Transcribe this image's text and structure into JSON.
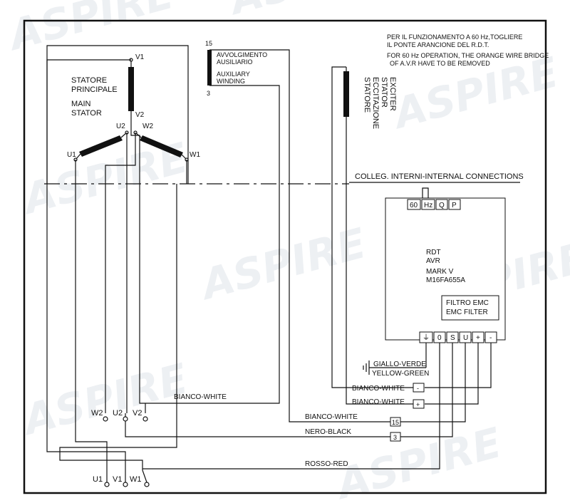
{
  "watermark": "ASPIRE",
  "note": {
    "it_line1": "PER IL FUNZIONAMENTO A 60 Hz,TOGLIERE",
    "it_line2": "IL PONTE ARANCIONE  DEL R.D.T.",
    "en_line1": "FOR 60 Hz OPERATION, THE ORANGE WIRE BRIDGE",
    "en_line2": "OF A.V.R HAVE TO BE REMOVED"
  },
  "main_stator": {
    "label_it_1": "STATORE",
    "label_it_2": "PRINCIPALE",
    "label_en_1": "MAIN",
    "label_en_2": "STATOR",
    "v1": "V1",
    "v2": "V2",
    "u1": "U1",
    "u2": "U2",
    "w1": "W1",
    "w2": "W2"
  },
  "auxiliary_winding": {
    "top": "15",
    "bottom": "3",
    "label_it_1": "AVVOLGIMENTO",
    "label_it_2": "AUSILIARIO",
    "label_en_1": "AUXILIARY",
    "label_en_2": "WINDING"
  },
  "exciter": {
    "line1": "STATORE",
    "line2": "ECCITAZIONE",
    "line3": "STATOR",
    "line4": "EXCITER"
  },
  "internal_connections": "COLLEG. INTERNI-INTERNAL CONNECTIONS",
  "avr": {
    "top_terminals": [
      "60",
      "Hz",
      "Q",
      "P"
    ],
    "line1": "RDT",
    "line2": "AVR",
    "line3": "MARK V",
    "line4": "M16FA655A",
    "emc_1": "FILTRO EMC",
    "emc_2": "EMC FILTER",
    "bottom_terminals": [
      "⏚",
      "0",
      "S",
      "U",
      "+",
      "-"
    ]
  },
  "wires": {
    "giallo_verde": "GIALLO-VERDE",
    "yellow_green": "YELLOW-GREEN",
    "bianco_white": "BIANCO-WHITE",
    "nero_black": "NERO-BLACK",
    "rosso_red": "ROSSO-RED"
  },
  "markers": {
    "minus": "-",
    "plus": "+",
    "fifteen": "15",
    "three": "3"
  },
  "bottom_terminals": {
    "w2": "W2",
    "u2": "U2",
    "v2": "V2",
    "u1": "U1",
    "v1": "V1",
    "w1": "W1"
  }
}
